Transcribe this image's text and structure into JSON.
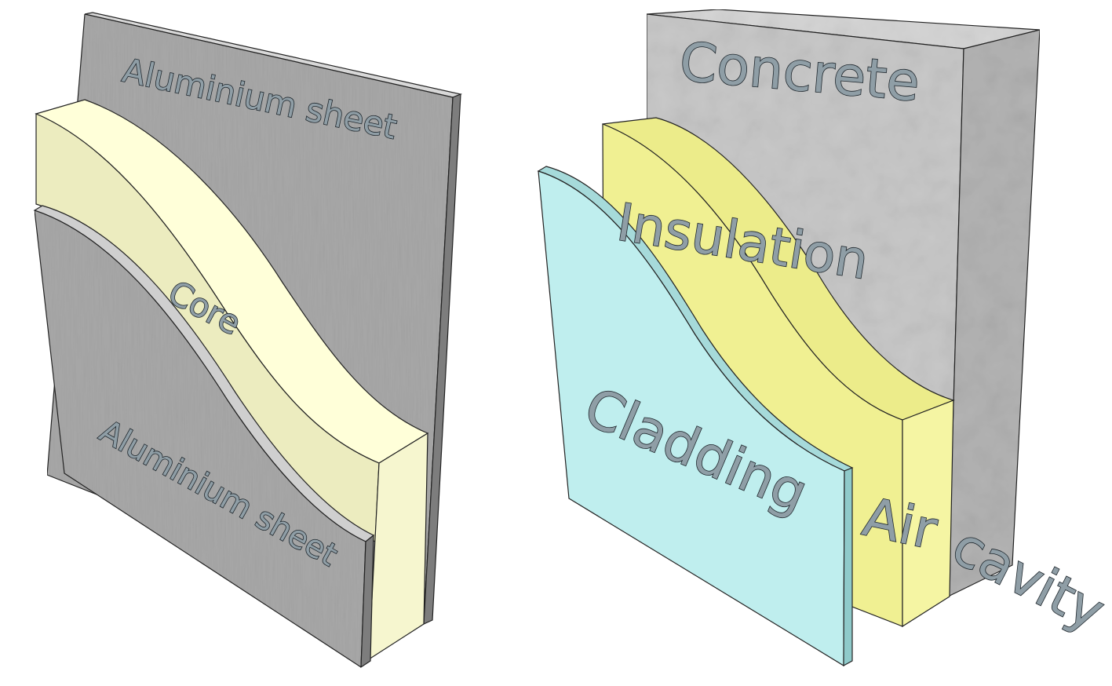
{
  "left_panel": {
    "back_layer": "Aluminium sheet",
    "middle_layer": "Core",
    "front_layer": "Aluminium sheet"
  },
  "right_panel": {
    "back_layer": "Concrete",
    "middle_layer": "Insulation",
    "gap_label_1": "Air",
    "gap_label_2": "cavity",
    "front_layer": "Cladding"
  },
  "colors": {
    "aluminium": "#a8a8a8",
    "aluminium_dark": "#7d7d7d",
    "core": "#f4f4cf",
    "concrete": "#c8c8c8",
    "insulation": "#eeee92",
    "cladding": "#bfeeee",
    "label_fill": "#8f9ea6",
    "label_outline": "#1e262c"
  }
}
